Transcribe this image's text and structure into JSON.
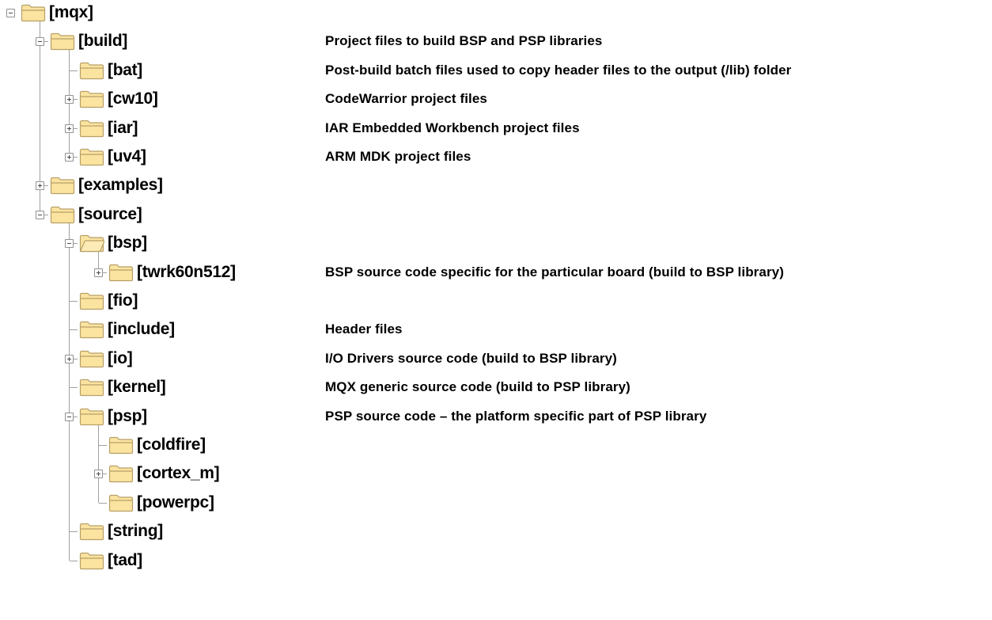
{
  "tree": [
    {
      "id": "mqx",
      "label": "[mqx]",
      "depth": 0,
      "toggle": "minus",
      "open": false,
      "desc": ""
    },
    {
      "id": "build",
      "label": "[build]",
      "depth": 1,
      "toggle": "minus",
      "open": false,
      "desc": "Project files to build BSP and PSP libraries"
    },
    {
      "id": "bat",
      "label": "[bat]",
      "depth": 2,
      "toggle": "none",
      "open": false,
      "desc": "Post-build batch files used to copy header files to the output (/lib) folder"
    },
    {
      "id": "cw10",
      "label": "[cw10]",
      "depth": 2,
      "toggle": "plus",
      "open": false,
      "desc": "CodeWarrior project files"
    },
    {
      "id": "iar",
      "label": "[iar]",
      "depth": 2,
      "toggle": "plus",
      "open": false,
      "desc": "IAR Embedded  Workbench project files"
    },
    {
      "id": "uv4",
      "label": "[uv4]",
      "depth": 2,
      "toggle": "plus",
      "open": false,
      "desc": "ARM MDK project files"
    },
    {
      "id": "examples",
      "label": "[examples]",
      "depth": 1,
      "toggle": "plus",
      "open": false,
      "desc": ""
    },
    {
      "id": "source",
      "label": "[source]",
      "depth": 1,
      "toggle": "minus",
      "open": false,
      "desc": ""
    },
    {
      "id": "bsp",
      "label": "[bsp]",
      "depth": 2,
      "toggle": "minus",
      "open": true,
      "desc": ""
    },
    {
      "id": "twrk60n512",
      "label": "[twrk60n512]",
      "depth": 3,
      "toggle": "plus",
      "open": false,
      "desc": "BSP source code specific for the particular board (build to BSP library)"
    },
    {
      "id": "fio",
      "label": "[fio]",
      "depth": 2,
      "toggle": "none",
      "open": false,
      "desc": ""
    },
    {
      "id": "include",
      "label": "[include]",
      "depth": 2,
      "toggle": "none",
      "open": false,
      "desc": "Header files"
    },
    {
      "id": "io",
      "label": "[io]",
      "depth": 2,
      "toggle": "plus",
      "open": false,
      "desc": "I/O Drivers source code (build to BSP library)"
    },
    {
      "id": "kernel",
      "label": "[kernel]",
      "depth": 2,
      "toggle": "none",
      "open": false,
      "desc": "MQX generic source code (build to PSP library)"
    },
    {
      "id": "psp",
      "label": "[psp]",
      "depth": 2,
      "toggle": "minus",
      "open": false,
      "desc": "PSP source code – the platform specific part of PSP library"
    },
    {
      "id": "coldfire",
      "label": "[coldfire]",
      "depth": 3,
      "toggle": "none",
      "open": false,
      "desc": ""
    },
    {
      "id": "cortex_m",
      "label": "[cortex_m]",
      "depth": 3,
      "toggle": "plus",
      "open": false,
      "desc": ""
    },
    {
      "id": "powerpc",
      "label": "[powerpc]",
      "depth": 3,
      "toggle": "none",
      "open": false,
      "desc": ""
    },
    {
      "id": "string",
      "label": "[string]",
      "depth": 2,
      "toggle": "none",
      "open": false,
      "desc": ""
    },
    {
      "id": "tad",
      "label": "[tad]",
      "depth": 2,
      "toggle": "none",
      "open": false,
      "desc": ""
    }
  ],
  "icons": {
    "expand": "plus-toggle-icon",
    "collapse": "minus-toggle-icon",
    "folder": "folder-icon",
    "folder_open": "open-folder-icon"
  },
  "colors": {
    "folder_fill": "#fbe3a0",
    "folder_stroke": "#b8a068",
    "tree_line": "#a0a0a0",
    "text": "#000000"
  }
}
